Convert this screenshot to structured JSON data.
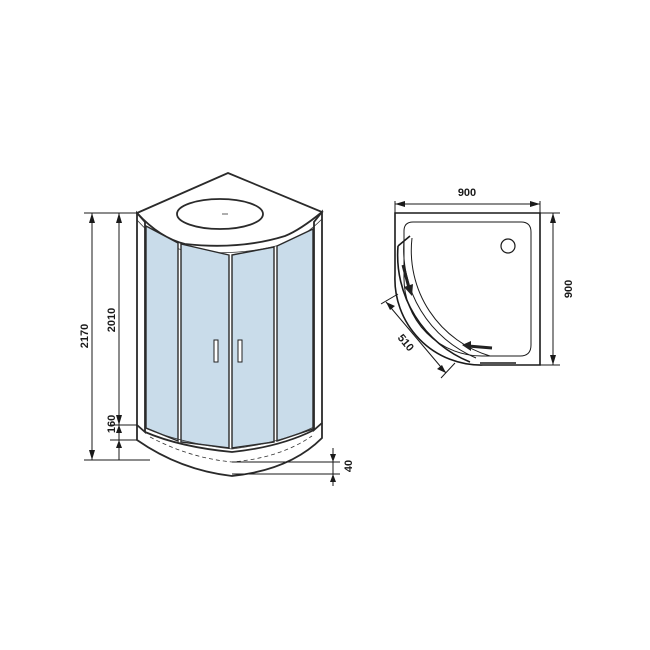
{
  "dimensions": {
    "total_height": "2170",
    "cabin_height": "2010",
    "tray_height": "160",
    "tray_rim": "40",
    "plan_width": "900",
    "plan_depth": "900",
    "door_opening": "510"
  },
  "colors": {
    "glass": "#c9dcea",
    "line": "#1a1a1a",
    "arrow": "#222222"
  }
}
